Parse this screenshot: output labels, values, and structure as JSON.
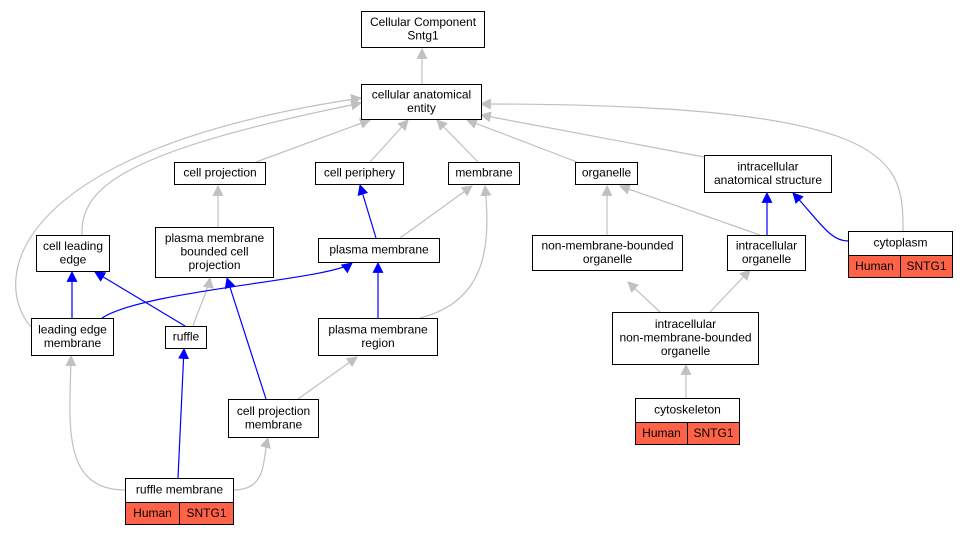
{
  "colors": {
    "gray_edge": "#c0c0c0",
    "blue_edge": "#0000ff",
    "tag_fill": "#ff6347"
  },
  "nodes": {
    "root": {
      "lines": [
        "Cellular Component",
        "Sntg1"
      ]
    },
    "cae": {
      "lines": [
        "cellular anatomical",
        "entity"
      ]
    },
    "cell_projection": {
      "lines": [
        "cell projection"
      ]
    },
    "cell_periphery": {
      "lines": [
        "cell periphery"
      ]
    },
    "membrane": {
      "lines": [
        "membrane"
      ]
    },
    "organelle": {
      "lines": [
        "organelle"
      ]
    },
    "ias": {
      "lines": [
        "intracellular",
        "anatomical structure"
      ]
    },
    "cle": {
      "lines": [
        "cell leading",
        "edge"
      ]
    },
    "pmbcp": {
      "lines": [
        "plasma membrane",
        "bounded cell",
        "projection"
      ]
    },
    "pm": {
      "lines": [
        "plasma membrane"
      ]
    },
    "nmbo": {
      "lines": [
        "non-membrane-bounded",
        "organelle"
      ]
    },
    "io": {
      "lines": [
        "intracellular",
        "organelle"
      ]
    },
    "cytoplasm": {
      "lines": [
        "cytoplasm"
      ],
      "tags": [
        "Human",
        "SNTG1"
      ]
    },
    "lem": {
      "lines": [
        "leading edge",
        "membrane"
      ]
    },
    "ruffle": {
      "lines": [
        "ruffle"
      ]
    },
    "pmr": {
      "lines": [
        "plasma membrane",
        "region"
      ]
    },
    "inmbo": {
      "lines": [
        "intracellular",
        "non-membrane-bounded",
        "organelle"
      ]
    },
    "cpm": {
      "lines": [
        "cell projection",
        "membrane"
      ]
    },
    "cytoskeleton": {
      "lines": [
        "cytoskeleton"
      ],
      "tags": [
        "Human",
        "SNTG1"
      ]
    },
    "ruffle_membrane": {
      "lines": [
        "ruffle membrane"
      ],
      "tags": [
        "Human",
        "SNTG1"
      ]
    }
  },
  "edges": [
    {
      "from": "cae",
      "to": "root",
      "color": "gray"
    },
    {
      "from": "cell_projection",
      "to": "cae",
      "color": "gray"
    },
    {
      "from": "cell_periphery",
      "to": "cae",
      "color": "gray"
    },
    {
      "from": "membrane",
      "to": "cae",
      "color": "gray"
    },
    {
      "from": "organelle",
      "to": "cae",
      "color": "gray"
    },
    {
      "from": "ias",
      "to": "cae",
      "color": "gray"
    },
    {
      "from": "cle",
      "to": "cae",
      "color": "gray"
    },
    {
      "from": "lem",
      "to": "cae",
      "color": "gray"
    },
    {
      "from": "cytoplasm",
      "to": "cae",
      "color": "gray"
    },
    {
      "from": "pmbcp",
      "to": "cell_projection",
      "color": "gray"
    },
    {
      "from": "pm",
      "to": "cell_periphery",
      "color": "blue"
    },
    {
      "from": "pm",
      "to": "membrane",
      "color": "gray"
    },
    {
      "from": "pmr",
      "to": "membrane",
      "color": "gray"
    },
    {
      "from": "nmbo",
      "to": "organelle",
      "color": "gray"
    },
    {
      "from": "io",
      "to": "organelle",
      "color": "gray"
    },
    {
      "from": "io",
      "to": "ias",
      "color": "blue"
    },
    {
      "from": "cytoplasm",
      "to": "ias",
      "color": "blue"
    },
    {
      "from": "lem",
      "to": "cle",
      "color": "blue"
    },
    {
      "from": "ruffle",
      "to": "cle",
      "color": "blue"
    },
    {
      "from": "ruffle",
      "to": "pmbcp",
      "color": "gray"
    },
    {
      "from": "cpm",
      "to": "pmbcp",
      "color": "blue"
    },
    {
      "from": "lem",
      "to": "pm",
      "color": "blue"
    },
    {
      "from": "pmr",
      "to": "pm",
      "color": "blue"
    },
    {
      "from": "inmbo",
      "to": "nmbo",
      "color": "gray"
    },
    {
      "from": "inmbo",
      "to": "io",
      "color": "gray"
    },
    {
      "from": "ruffle_membrane",
      "to": "lem",
      "color": "gray"
    },
    {
      "from": "ruffle_membrane",
      "to": "ruffle",
      "color": "blue"
    },
    {
      "from": "cpm",
      "to": "pmr",
      "color": "gray"
    },
    {
      "from": "ruffle_membrane",
      "to": "cpm",
      "color": "gray"
    },
    {
      "from": "cytoskeleton",
      "to": "inmbo",
      "color": "gray"
    }
  ]
}
